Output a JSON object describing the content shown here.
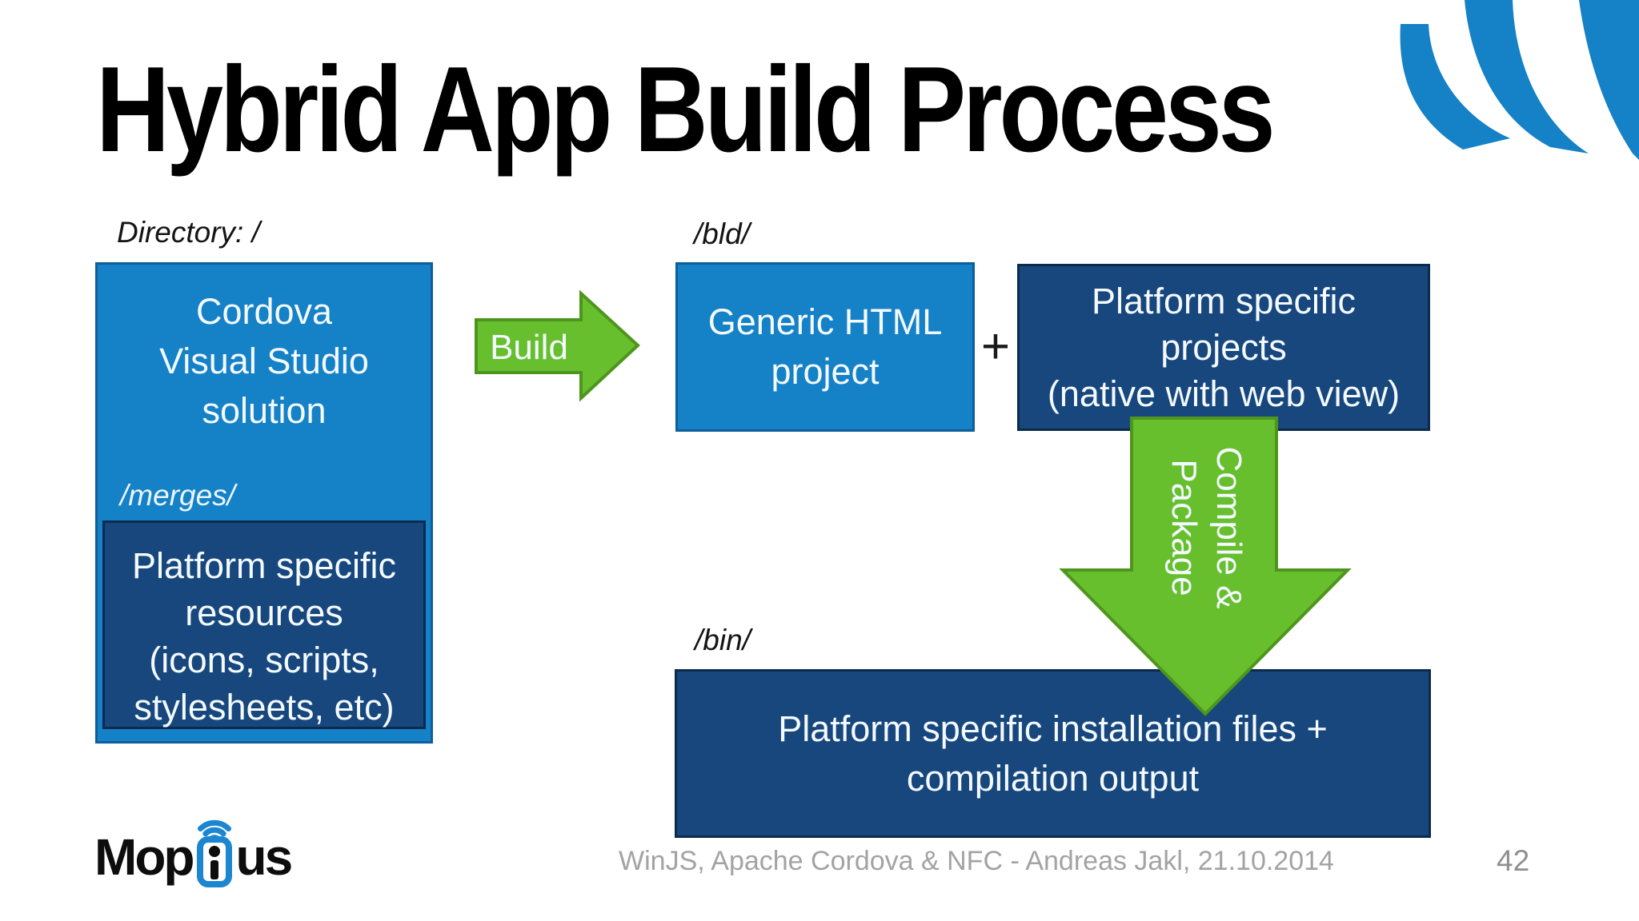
{
  "slide": {
    "title": "Hybrid App Build Process",
    "footer": "WinJS, Apache Cordova & NFC - Andreas Jakl, 21.10.2014",
    "page_number": "42"
  },
  "labels": {
    "directory": "Directory: /",
    "bld": "/bld/",
    "merges": "/merges/",
    "bin": "/bin/"
  },
  "boxes": {
    "cordova": {
      "lines": [
        "Cordova",
        "Visual Studio",
        "solution"
      ]
    },
    "resources": {
      "lines": [
        "Platform specific",
        "resources",
        "(icons, scripts,",
        "stylesheets, etc)"
      ]
    },
    "generic_html": {
      "lines": [
        "Generic HTML",
        "project"
      ]
    },
    "platform_projects": {
      "lines": [
        "Platform specific",
        "projects",
        "(native with web view)"
      ]
    },
    "bin_output": {
      "lines": [
        "Platform specific installation files +",
        "compilation output"
      ]
    }
  },
  "operators": {
    "plus": "+"
  },
  "arrows": {
    "build_label": "Build",
    "compile_line1": "Compile &",
    "compile_line2": "Package"
  },
  "logo": {
    "part1": "Mop",
    "part2": "us"
  },
  "icons": {
    "corner": "wifi-arcs-icon",
    "logo_mark": "phone-wifi-icon"
  },
  "colors": {
    "medium_blue": "#1581c6",
    "medium_blue_border": "#0d5e9b",
    "dark_navy": "#17477d",
    "dark_navy_border": "#0b2b4e",
    "green_fill": "#67bf2e",
    "green_border": "#4e951d",
    "title_black": "#000000",
    "footer_gray": "#a3a3a3",
    "logo_blue": "#1d86d0"
  }
}
